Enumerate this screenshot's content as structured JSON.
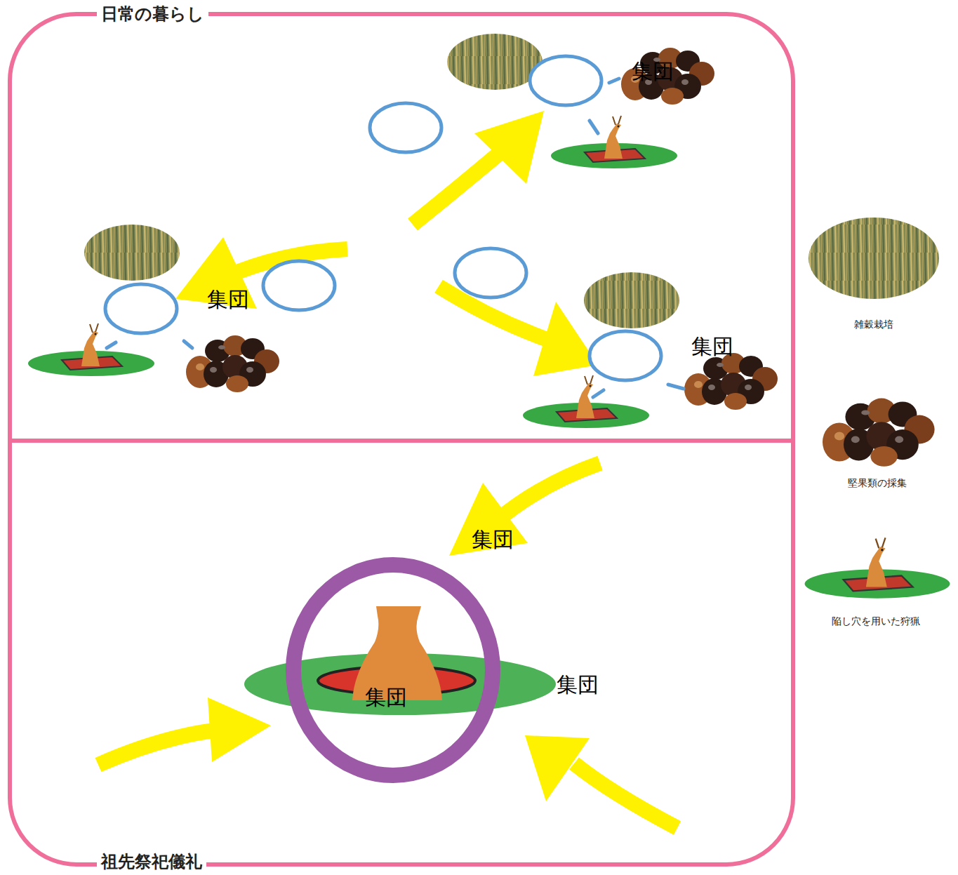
{
  "diagram": {
    "nodes": [
      {
        "text": [
          "日常の暮らし"
        ]
      },
      {
        "text": [
          "集団"
        ],
        "in": 0
      },
      {
        "text": [
          "集団"
        ],
        "in": 0
      },
      {
        "text": [
          "集団"
        ],
        "in": 0
      },
      {
        "text": [
          "祖先祭祀儀礼"
        ]
      },
      {
        "text": [
          "集団"
        ],
        "in": 4
      },
      {
        "text": [
          "集団"
        ],
        "in": 4
      },
      {
        "text": [
          "集団"
        ],
        "in": 4
      }
    ],
    "legend": [
      {
        "text": "雑穀栽培"
      },
      {
        "text": "堅果類の採集"
      },
      {
        "text": "陥し穴を用いた狩猟"
      }
    ]
  }
}
